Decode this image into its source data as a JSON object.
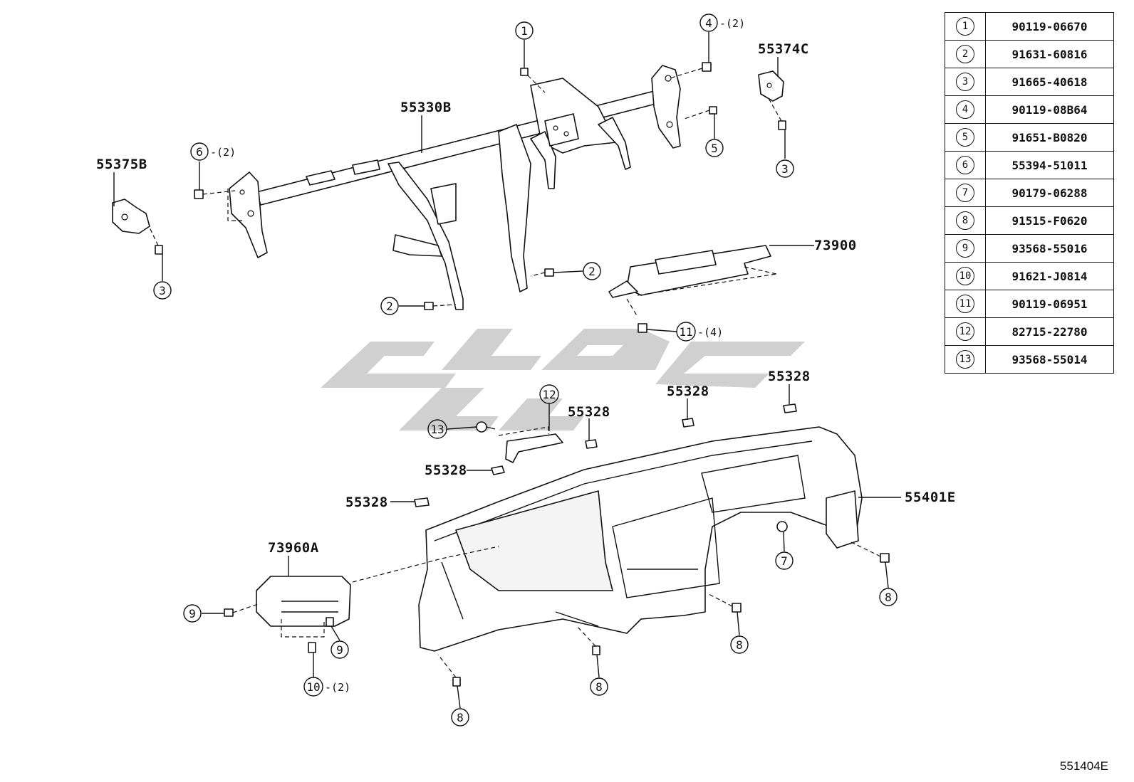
{
  "diagram": {
    "part_labels": {
      "p55330B": "55330B",
      "p55375B": "55375B",
      "p55374C": "55374C",
      "p73900": "73900",
      "p73960A": "73960A",
      "p55401E": "55401E",
      "p55328": "55328"
    },
    "callouts": [
      "1",
      "2",
      "3",
      "4",
      "5",
      "6",
      "7",
      "8",
      "9",
      "10",
      "11",
      "12",
      "13"
    ],
    "quantities": {
      "q2": "-(2)",
      "q4": "-(4)"
    },
    "diagram_code": "551404E"
  },
  "parts_table": [
    {
      "num": "1",
      "part": "90119-06670"
    },
    {
      "num": "2",
      "part": "91631-60816"
    },
    {
      "num": "3",
      "part": "91665-40618"
    },
    {
      "num": "4",
      "part": "90119-08B64"
    },
    {
      "num": "5",
      "part": "91651-B0820"
    },
    {
      "num": "6",
      "part": "55394-51011"
    },
    {
      "num": "7",
      "part": "90179-06288"
    },
    {
      "num": "8",
      "part": "91515-F0620"
    },
    {
      "num": "9",
      "part": "93568-55016"
    },
    {
      "num": "10",
      "part": "91621-J0814"
    },
    {
      "num": "11",
      "part": "90119-06951"
    },
    {
      "num": "12",
      "part": "82715-22780"
    },
    {
      "num": "13",
      "part": "93568-55014"
    }
  ]
}
